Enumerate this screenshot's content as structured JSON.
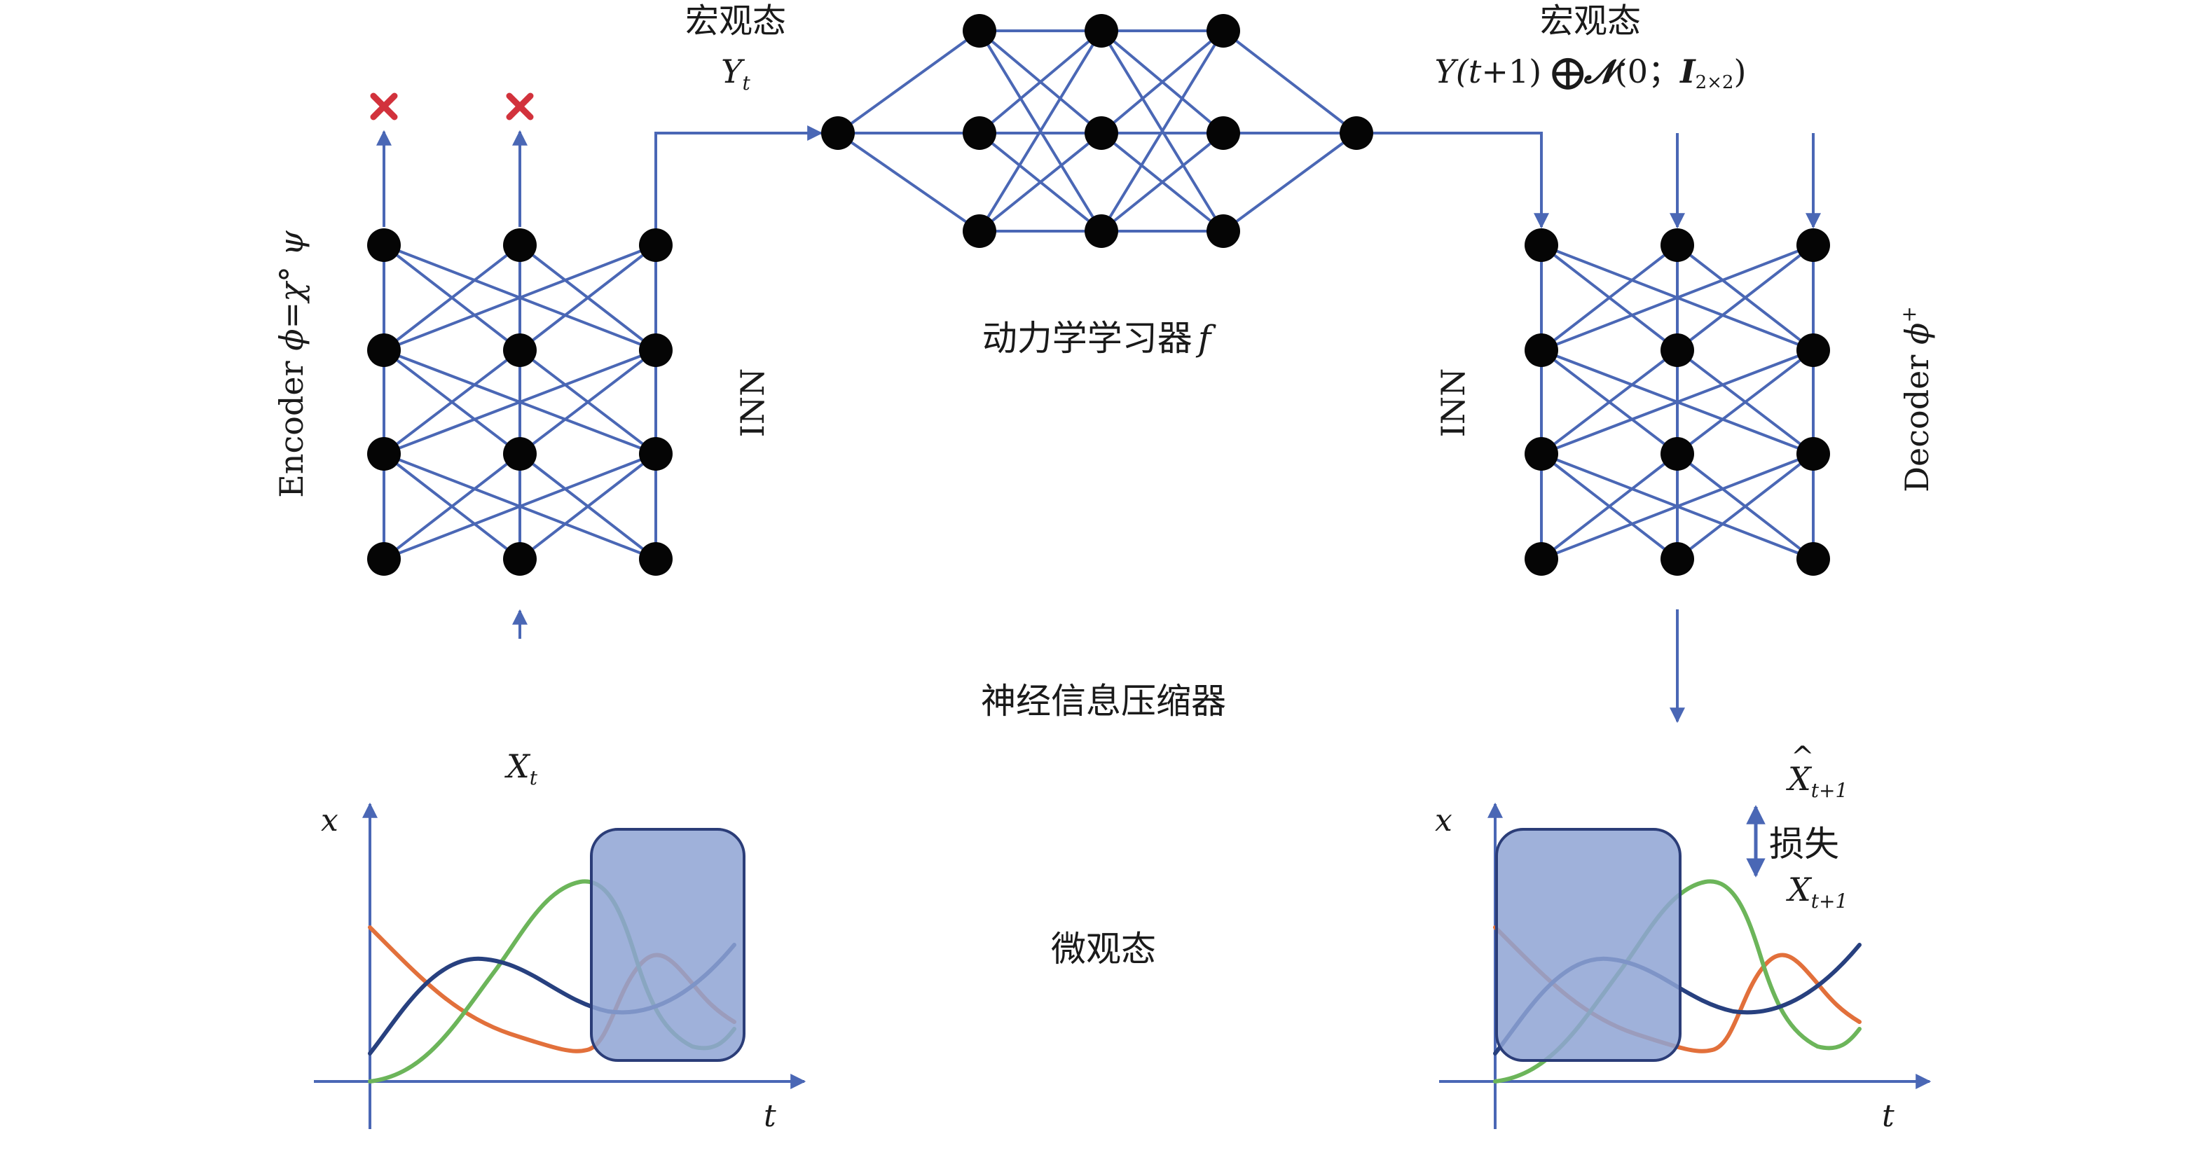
{
  "colors": {
    "edge": "#4a67b5",
    "node": "#050505",
    "cross": "#d2323c",
    "box_fill": "#8ea3d3",
    "curve_blue": "#27407f",
    "curve_orange": "#e2703b",
    "curve_green": "#6cb55a"
  },
  "labels": {
    "macro_left_title": "宏观态",
    "macro_left_var": "Y",
    "macro_left_sub": "t",
    "macro_right_title": "宏观态",
    "macro_right_formula_a": "Y(",
    "macro_right_formula_t": "t",
    "macro_right_formula_b": "+1) ",
    "macro_right_oplus": "⨁",
    "macro_right_N": "𝓝",
    "macro_right_zero": "(0；",
    "macro_right_I": "I",
    "macro_right_Isub": "2×2",
    "macro_right_close": ")",
    "dynamics": "动力学学习器",
    "dynamics_f": "f",
    "compressor": "神经信息压缩器",
    "micro": "微观态",
    "encoder_word": "Encoder ",
    "encoder_formula": "ϕ=χ° ψ",
    "decoder_word": "Decoder ",
    "decoder_phi": "ϕ",
    "decoder_sup": "+",
    "inn_left": "INN",
    "inn_right": "INN",
    "xt_var": "X",
    "xt_sub": "t",
    "xhat_var": "X",
    "xhat_hat": "^",
    "xhat_sub": "t+1",
    "loss": "损失",
    "xt1_var": "X",
    "xt1_sub": "t+1",
    "plot_x_left": "x",
    "plot_t_left": "t",
    "plot_x_right": "x",
    "plot_t_right": "t"
  }
}
